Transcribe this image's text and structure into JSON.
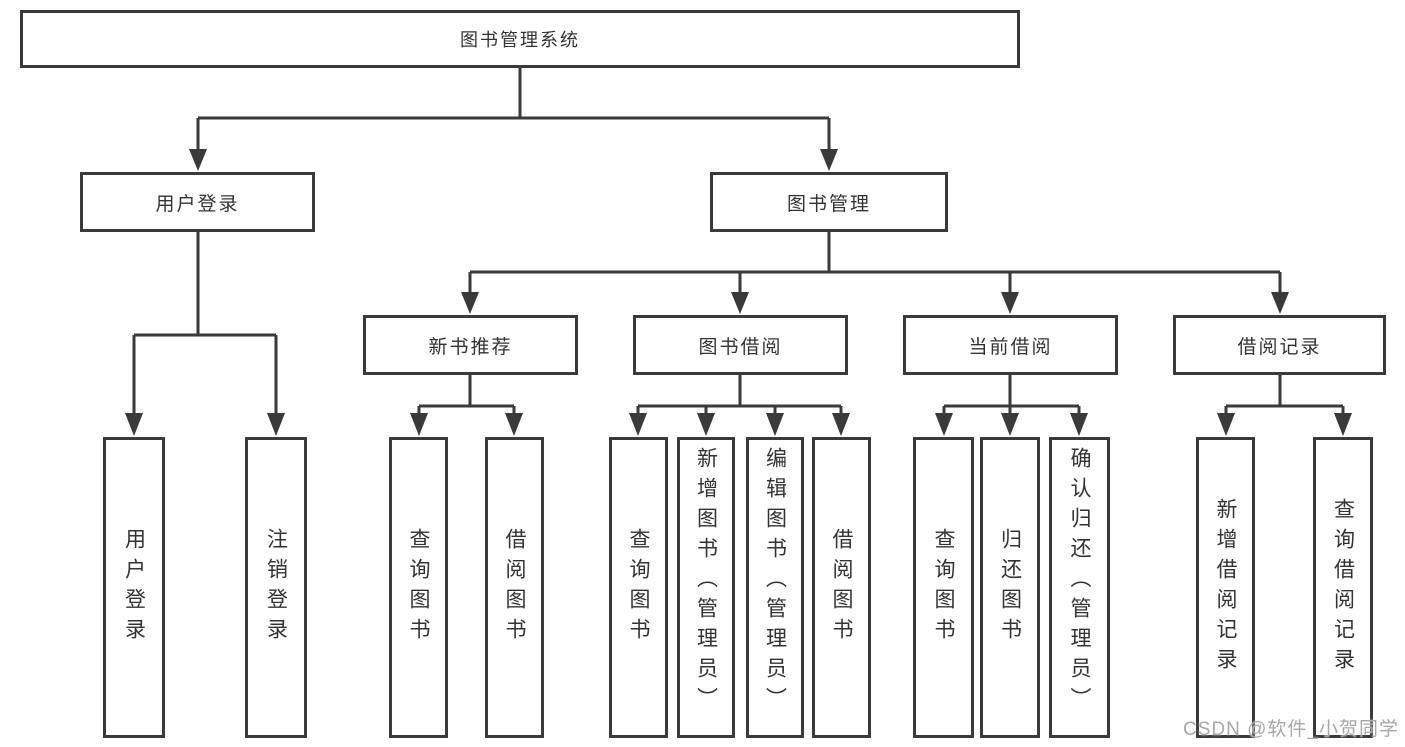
{
  "diagram": {
    "title": "图书管理系统",
    "level2": [
      {
        "label": "用户登录"
      },
      {
        "label": "图书管理"
      }
    ],
    "level3": [
      {
        "label": "新书推荐",
        "parent": "图书管理"
      },
      {
        "label": "图书借阅",
        "parent": "图书管理"
      },
      {
        "label": "当前借阅",
        "parent": "图书管理"
      },
      {
        "label": "借阅记录",
        "parent": "图书管理"
      }
    ],
    "leaves": [
      {
        "label": "用户登录",
        "parent": "用户登录"
      },
      {
        "label": "注销登录",
        "parent": "用户登录"
      },
      {
        "label": "查询图书",
        "parent": "新书推荐"
      },
      {
        "label": "借阅图书",
        "parent": "新书推荐"
      },
      {
        "label": "查询图书",
        "parent": "图书借阅"
      },
      {
        "label": "新增图书（管理员）",
        "parent": "图书借阅"
      },
      {
        "label": "编辑图书（管理员）",
        "parent": "图书借阅"
      },
      {
        "label": "借阅图书",
        "parent": "图书借阅"
      },
      {
        "label": "查询图书",
        "parent": "当前借阅"
      },
      {
        "label": "归还图书",
        "parent": "当前借阅"
      },
      {
        "label": "确认归还（管理员）",
        "parent": "当前借阅"
      },
      {
        "label": "新增借阅记录",
        "parent": "借阅记录"
      },
      {
        "label": "查询借阅记录",
        "parent": "借阅记录"
      }
    ]
  },
  "watermark": "CSDN @软件_小贺同学",
  "colors": {
    "line": "#3a3a3a",
    "box_border": "#3a3a3a",
    "box_fill": "#ffffff",
    "text": "#333333",
    "watermark": "#a8a8a8",
    "background": "#ffffff"
  }
}
